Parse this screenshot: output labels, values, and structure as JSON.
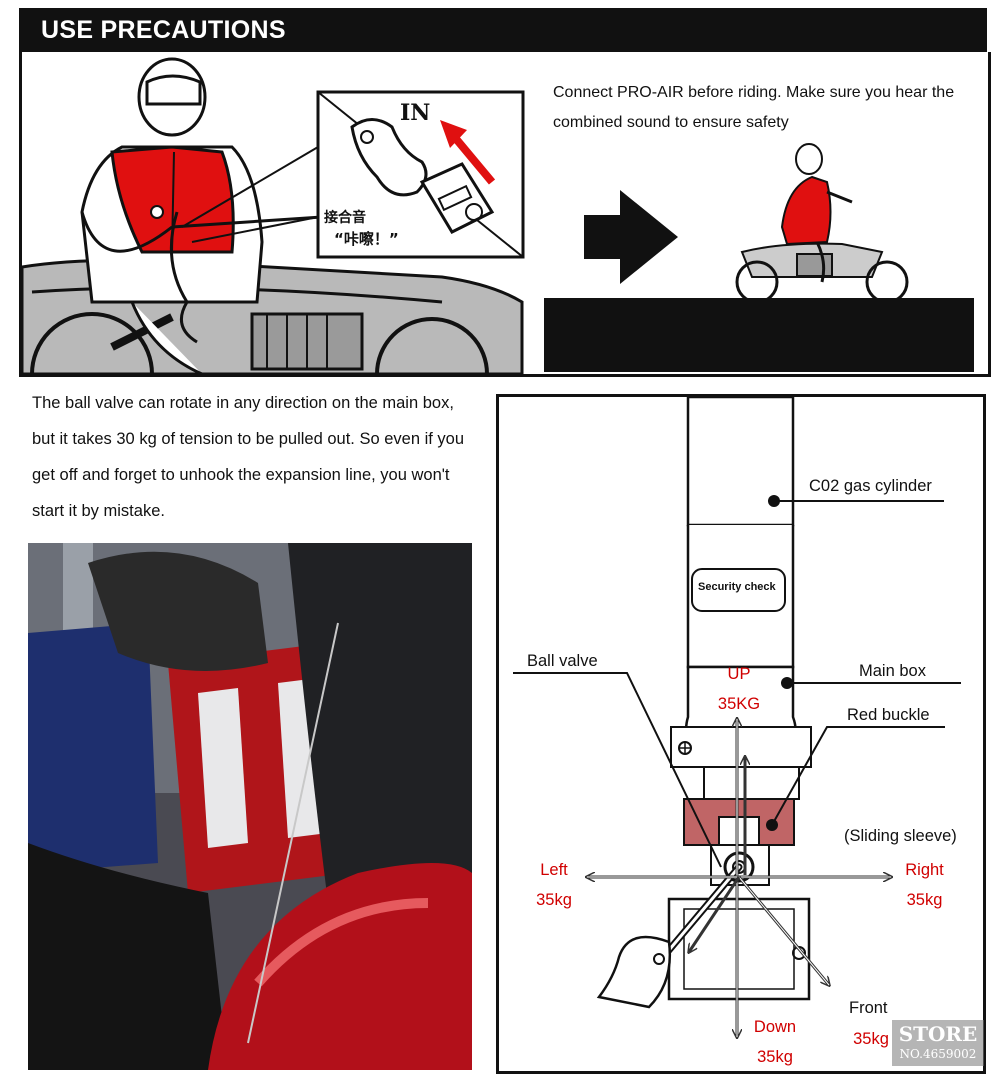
{
  "header": {
    "title": "USE PRECAUTIONS"
  },
  "top_panel": {
    "in_label": "IN",
    "callout_line1": "接合音",
    "callout_line2": "“咔嚓！”",
    "instruction": "Connect PRO-AIR before riding. Make sure you hear the combined sound to ensure safety"
  },
  "valve_info": {
    "text": "The ball valve can rotate in any direction on the main box, but it takes 30 kg of tension to be pulled out. So even if you get off and forget to unhook the expansion line, you won't start it by mistake."
  },
  "diagram": {
    "cylinder_label": "C02 gas cylinder",
    "security_label": "Security check",
    "ball_valve_label": "Ball valve",
    "main_box_label": "Main box",
    "red_buckle_label": "Red buckle",
    "sliding_sleeve_label": "(Sliding sleeve)",
    "up_label": "UP",
    "up_force": "35KG",
    "left_label": "Left",
    "left_force": "35kg",
    "right_label": "Right",
    "right_force": "35kg",
    "down_label": "Down",
    "down_force": "35kg",
    "front_label": "Front",
    "front_force": "35kg"
  },
  "watermark": {
    "line1": "STORE",
    "line2": "NO.4659002"
  },
  "colors": {
    "accent_red": "#d00000",
    "buckle": "#c06566",
    "vest": "#e01010",
    "header_bg": "#111111"
  }
}
